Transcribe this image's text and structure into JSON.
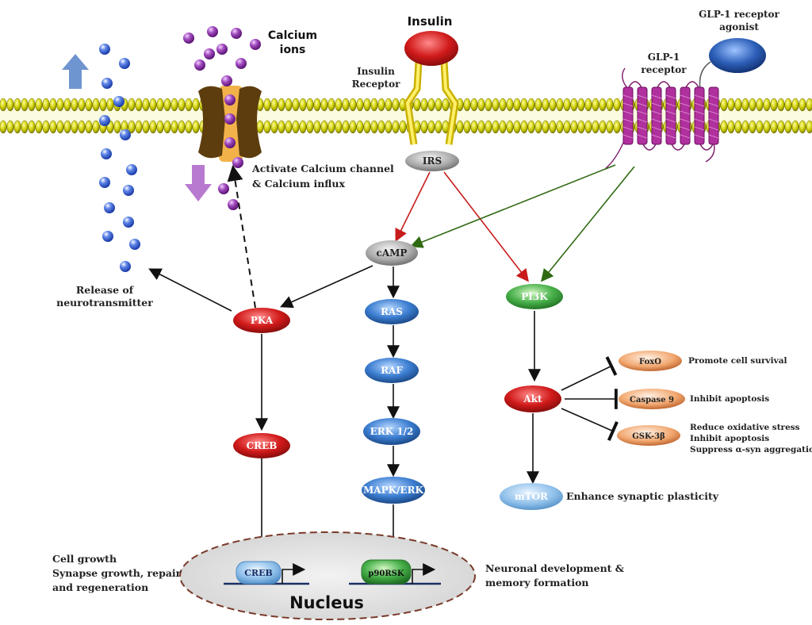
{
  "labels": {
    "insulin": "Insulin",
    "insulin_receptor": "Insulin Receptor",
    "irs": "IRS",
    "glp1_agonist": "GLP-1 receptor agonist",
    "glp1_receptor": "GLP-1 receptor",
    "calcium_ions": "Calcium ions",
    "activate_calcium": "Activate Calcium channel",
    "calcium_influx": "& Calcium influx",
    "release_neuro_1": "Release of",
    "release_neuro_2": "neurotransmitter",
    "camp": "cAMP",
    "pka": "PKA",
    "creb": "CREB",
    "ras": "RAS",
    "raf": "RAF",
    "erk": "ERK 1/2",
    "mapk": "MAPK/ERK",
    "pi3k": "PI3K",
    "akt": "Akt",
    "mtor": "mTOR",
    "enhance_plasticity": "Enhance synaptic plasticity",
    "foxo": "FoxO",
    "caspase9": "Caspase 9",
    "gsk3b": "GSK-3β",
    "promote_survival": "Promote cell survival",
    "inhibit_apoptosis": "Inhibit apoptosis",
    "reduce_oxidative": "Reduce oxidative stress",
    "inhibit_apoptosis_2": "Inhibit apoptosis",
    "suppress_asyn": "Suppress α-syn aggregation",
    "cell_growth_1": "Cell growth",
    "cell_growth_2": "Synapse growth, repair",
    "cell_growth_3": "and regeneration",
    "neuronal_1": "Neuronal development &",
    "neuronal_2": "memory formation",
    "nucleus": "Nucleus",
    "creb_gene": "CREB",
    "p90rsk_gene": "p90RSK"
  },
  "colors": {
    "red_node": "#c8161d",
    "blue_node": "#2f6fc0",
    "green_node": "#3aa13a",
    "grey_node": "#9a9a9a",
    "membrane": "#b8b800",
    "glp1": "#b030a0",
    "channel": "#5a3a10",
    "neurotransmitter": "#2550c8",
    "calcium": "#8a2da0"
  }
}
